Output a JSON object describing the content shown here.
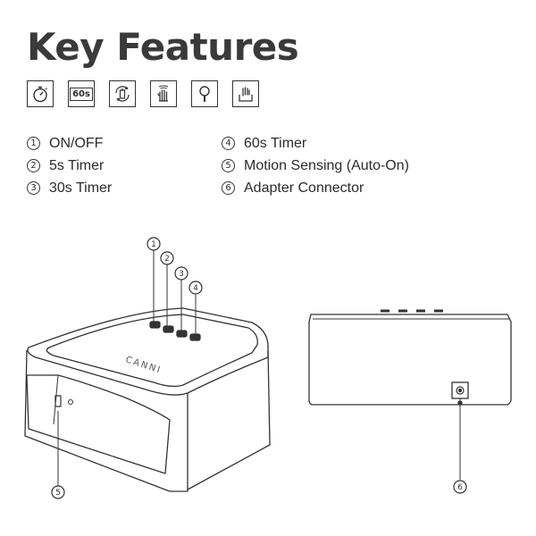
{
  "title": "Key Features",
  "icons": [
    {
      "name": "stopwatch-icon"
    },
    {
      "name": "60s-badge-icon",
      "text": "60s"
    },
    {
      "name": "battery-cycle-icon"
    },
    {
      "name": "hand-motion-icon"
    },
    {
      "name": "magnifier-icon"
    },
    {
      "name": "hand-box-icon"
    }
  ],
  "features": {
    "left": [
      {
        "num": "1",
        "label": "ON/OFF"
      },
      {
        "num": "2",
        "label": "5s Timer"
      },
      {
        "num": "3",
        "label": "30s Timer"
      }
    ],
    "right": [
      {
        "num": "4",
        "label": "60s Timer"
      },
      {
        "num": "5",
        "label": "Motion Sensing (Auto-On)"
      },
      {
        "num": "6",
        "label": "Adapter Connector"
      }
    ]
  },
  "device": {
    "brand": "CANNI"
  },
  "callouts": [
    "1",
    "2",
    "3",
    "4",
    "5",
    "6"
  ]
}
